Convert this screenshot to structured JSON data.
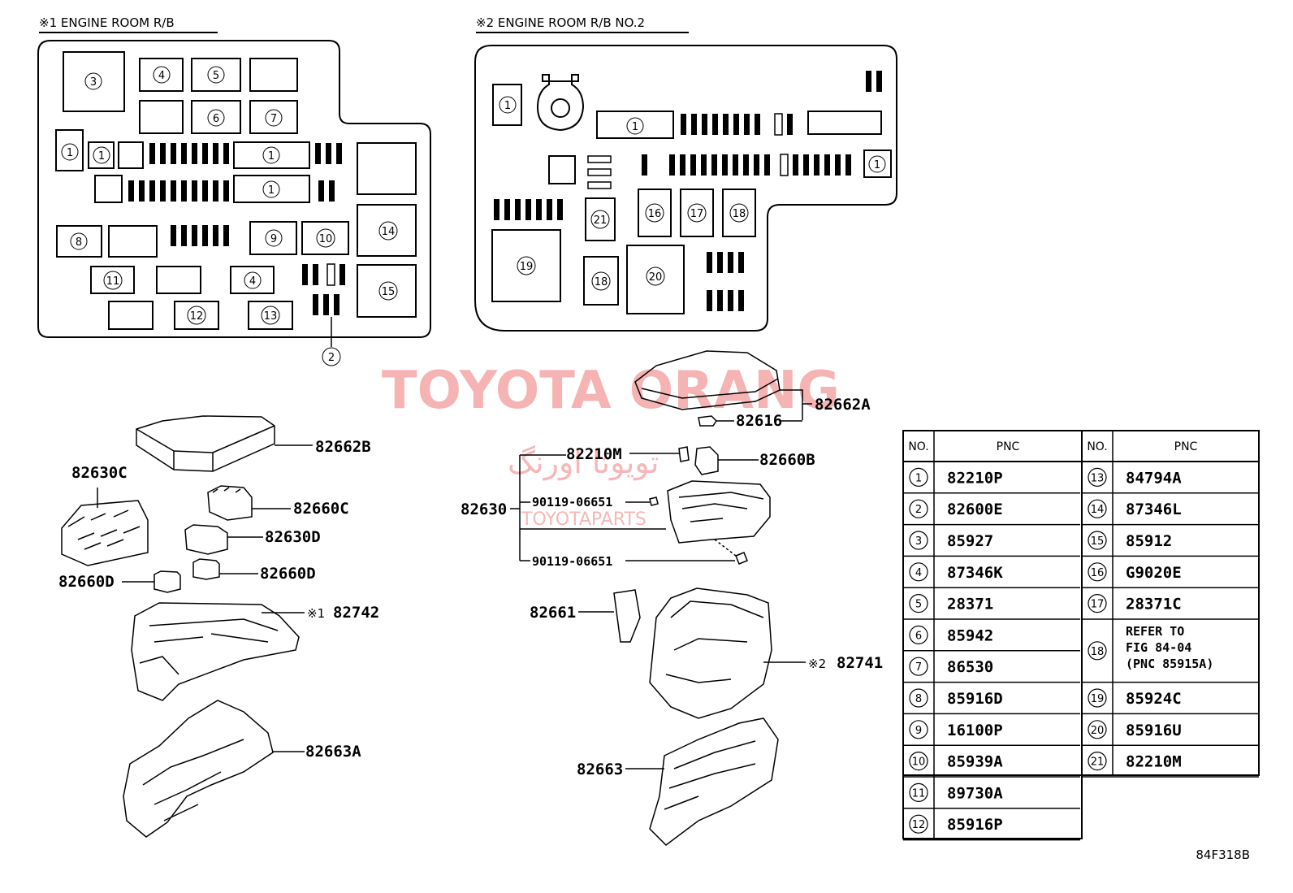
{
  "box1": {
    "title": "※1 ENGINE ROOM R/B"
  },
  "box2": {
    "title": "※2 ENGINE ROOM R/B NO.2"
  },
  "watermark": {
    "main": "TOYOTA ORANG",
    "arabic": "تويوتا اورنگ",
    "sub": "TOYOTAPARTS"
  },
  "parts": {
    "p82662B": "82662B",
    "p82630C": "82630C",
    "p82660C": "82660C",
    "p82630D": "82630D",
    "p82660D_l": "82660D",
    "p82660D_r": "82660D",
    "p82742_mark": "※1",
    "p82742": "82742",
    "p82663A": "82663A",
    "p82662A": "82662A",
    "p82616": "82616",
    "p82210M": "82210M",
    "p82660B": "82660B",
    "p82630": "82630",
    "p90119_a": "90119-06651",
    "p90119_b": "90119-06651",
    "p82661": "82661",
    "p82741_mark": "※2",
    "p82741": "82741",
    "p82663": "82663"
  },
  "table": {
    "head_no": "NO.",
    "head_pnc": "PNC",
    "left": [
      {
        "no": "1",
        "pnc": "82210P"
      },
      {
        "no": "2",
        "pnc": "82600E"
      },
      {
        "no": "3",
        "pnc": "85927"
      },
      {
        "no": "4",
        "pnc": "87346K"
      },
      {
        "no": "5",
        "pnc": "28371"
      },
      {
        "no": "6",
        "pnc": "85942"
      },
      {
        "no": "7",
        "pnc": "86530"
      },
      {
        "no": "8",
        "pnc": "85916D"
      },
      {
        "no": "9",
        "pnc": "16100P"
      },
      {
        "no": "10",
        "pnc": "85939A"
      },
      {
        "no": "11",
        "pnc": "89730A"
      },
      {
        "no": "12",
        "pnc": "85916P"
      }
    ],
    "right": [
      {
        "no": "13",
        "pnc": "84794A"
      },
      {
        "no": "14",
        "pnc": "87346L"
      },
      {
        "no": "15",
        "pnc": "85912"
      },
      {
        "no": "16",
        "pnc": "G9020E"
      },
      {
        "no": "17",
        "pnc": "28371C"
      },
      {
        "no": "18",
        "pnc_lines": [
          "REFER TO",
          "FIG 84-04",
          "(PNC 85915A)"
        ]
      },
      {
        "no": "19",
        "pnc": "85924C"
      },
      {
        "no": "20",
        "pnc": "85916U"
      },
      {
        "no": "21",
        "pnc": "82210M"
      }
    ]
  },
  "figure_code": "84F318B"
}
